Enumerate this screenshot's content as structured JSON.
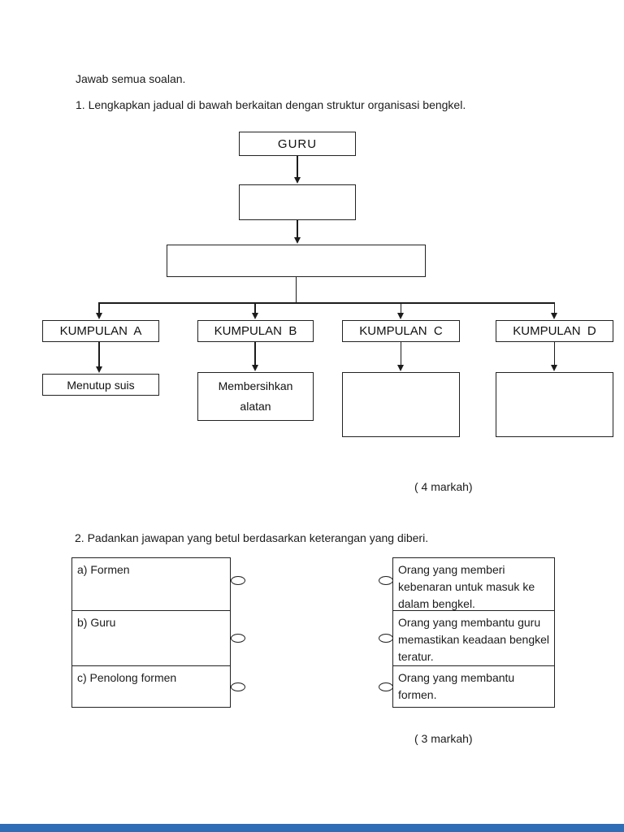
{
  "colors": {
    "page_bg": "#ffffff",
    "ink": "#1c1c1c",
    "bottom_bar": "#2f6eb6"
  },
  "header": {
    "instruction": "Jawab semua soalan."
  },
  "question1": {
    "text": "1. Lengkapkan jadual di bawah berkaitan dengan struktur organisasi bengkel.",
    "marks": "( 4 markah)",
    "org_chart": {
      "root_label": "GURU",
      "level2_label": "",
      "level3_label": "",
      "groups": [
        {
          "label": "KUMPULAN  A",
          "task": "Menutup suis"
        },
        {
          "label": "KUMPULAN  B",
          "task": "Membersihkan alatan"
        },
        {
          "label": "KUMPULAN  C",
          "task": ""
        },
        {
          "label": "KUMPULAN  D",
          "task": ""
        }
      ]
    }
  },
  "question2": {
    "text": "2. Padankan jawapan yang betul berdasarkan keterangan yang diberi.",
    "marks": "( 3 markah)",
    "left_items": [
      "a) Formen",
      "b) Guru",
      "c) Penolong formen"
    ],
    "right_items": [
      "Orang yang memberi kebenaran untuk masuk ke dalam bengkel.",
      "Orang yang membantu guru memastikan keadaan bengkel teratur.",
      "Orang yang membantu formen."
    ]
  }
}
